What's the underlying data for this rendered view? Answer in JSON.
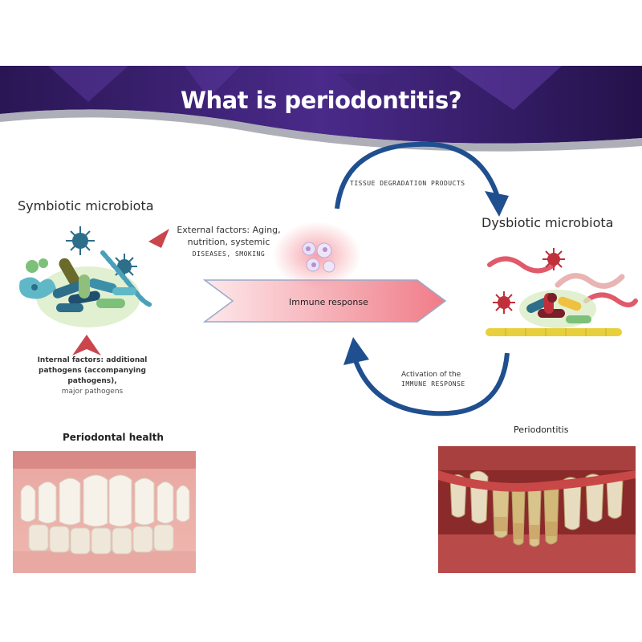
{
  "title": "What is periodontitis?",
  "left": {
    "heading": "Symbiotic microbiota",
    "internal_factors_line1": "Internal factors: additional",
    "internal_factors_line2": "pathogens (accompanying",
    "internal_factors_line3": "pathogens),",
    "internal_factors_line4": "major pathogens"
  },
  "right": {
    "heading": "Dysbiotic microbiota"
  },
  "external_factors": {
    "line1": "External factors: Aging,",
    "line2": "nutrition, systemic",
    "line3": "diseases, smoking"
  },
  "center": {
    "immune_response": "Immune response",
    "tissue_degradation": "tissue degradation products",
    "activation_line1": "Activation of the",
    "activation_line2": "immune response"
  },
  "photos": {
    "health_label": "Periodontal health",
    "disease_label": "Periodontitis"
  },
  "colors": {
    "banner": "#3a1f6e",
    "arrow_blue": "#1f4f8f",
    "arrow_pink": "#f08a94",
    "pointer_red": "#c9464d"
  }
}
